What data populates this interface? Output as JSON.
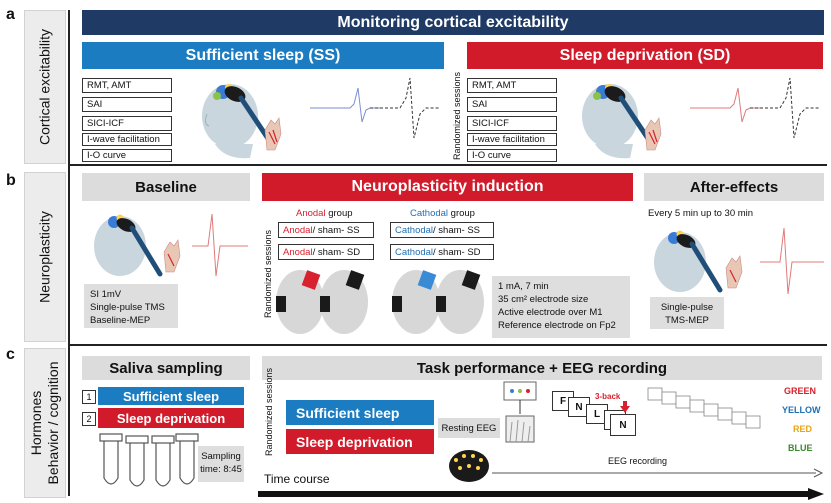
{
  "sections": {
    "a": {
      "letter": "a",
      "label": "Cortical excitability"
    },
    "b": {
      "letter": "b",
      "label": "Neuroplasticity"
    },
    "c": {
      "letter": "c",
      "label_line1": "Hormones",
      "label_line2": "Behavior / cognition"
    }
  },
  "panel_a": {
    "title": "Monitoring cortical excitability",
    "ss_title": "Sufficient sleep (SS)",
    "sd_title": "Sleep deprivation (SD)",
    "randomized": "Randomized sessions",
    "measures": [
      "RMT, AMT",
      "SAI",
      "SICI-ICF",
      "I-wave facilitation",
      "I-O curve"
    ]
  },
  "panel_b": {
    "baseline_title": "Baseline",
    "baseline_info": [
      "SI 1mV",
      "Single-pulse TMS",
      "Baseline-MEP"
    ],
    "induction_title": "Neuroplasticity induction",
    "randomized": "Randomized sessions",
    "anodal_word": "Anodal",
    "cathodal_word": "Cathodal",
    "group_word": " group",
    "sham_ss": " / sham- SS",
    "sham_sd": " / sham- SD",
    "stim_info": [
      "1 mA, 7 min",
      "35 cm² electrode size",
      "Active electrode over M1",
      "Reference electrode on Fp2"
    ],
    "after_title": "After-effects",
    "after_note": "Every 5 min up to 30 min",
    "after_info": [
      "Single-pulse",
      "TMS-MEP"
    ]
  },
  "panel_c": {
    "saliva_title": "Saliva sampling",
    "num1": "1",
    "num2": "2",
    "ss_label": "Sufficient sleep",
    "sd_label": "Sleep deprivation",
    "sampling_line1": "Sampling",
    "sampling_line2": "time: 8:45",
    "task_title": "Task performance + EEG recording",
    "randomized": "Randomized sessions",
    "ss_btn": "Sufficient sleep",
    "sd_btn": "Sleep deprivation",
    "resting_eeg": "Resting EEG",
    "eeg_recording": "EEG recording",
    "time_course": "Time course",
    "nback_letters": [
      "F",
      "N",
      "L",
      "H",
      "N"
    ],
    "nback_label": "3-back",
    "stroop_words": [
      "GREEN",
      "YELLOW",
      "RED",
      "BLUE"
    ],
    "stroop_colors": [
      "#d7212e",
      "#1f6fb5",
      "#e8a413",
      "#3a8a2a"
    ]
  },
  "colors": {
    "navy": "#1f3a64",
    "blue": "#1b7cc2",
    "red": "#d11a2a",
    "gray": "#dcdcdc"
  }
}
